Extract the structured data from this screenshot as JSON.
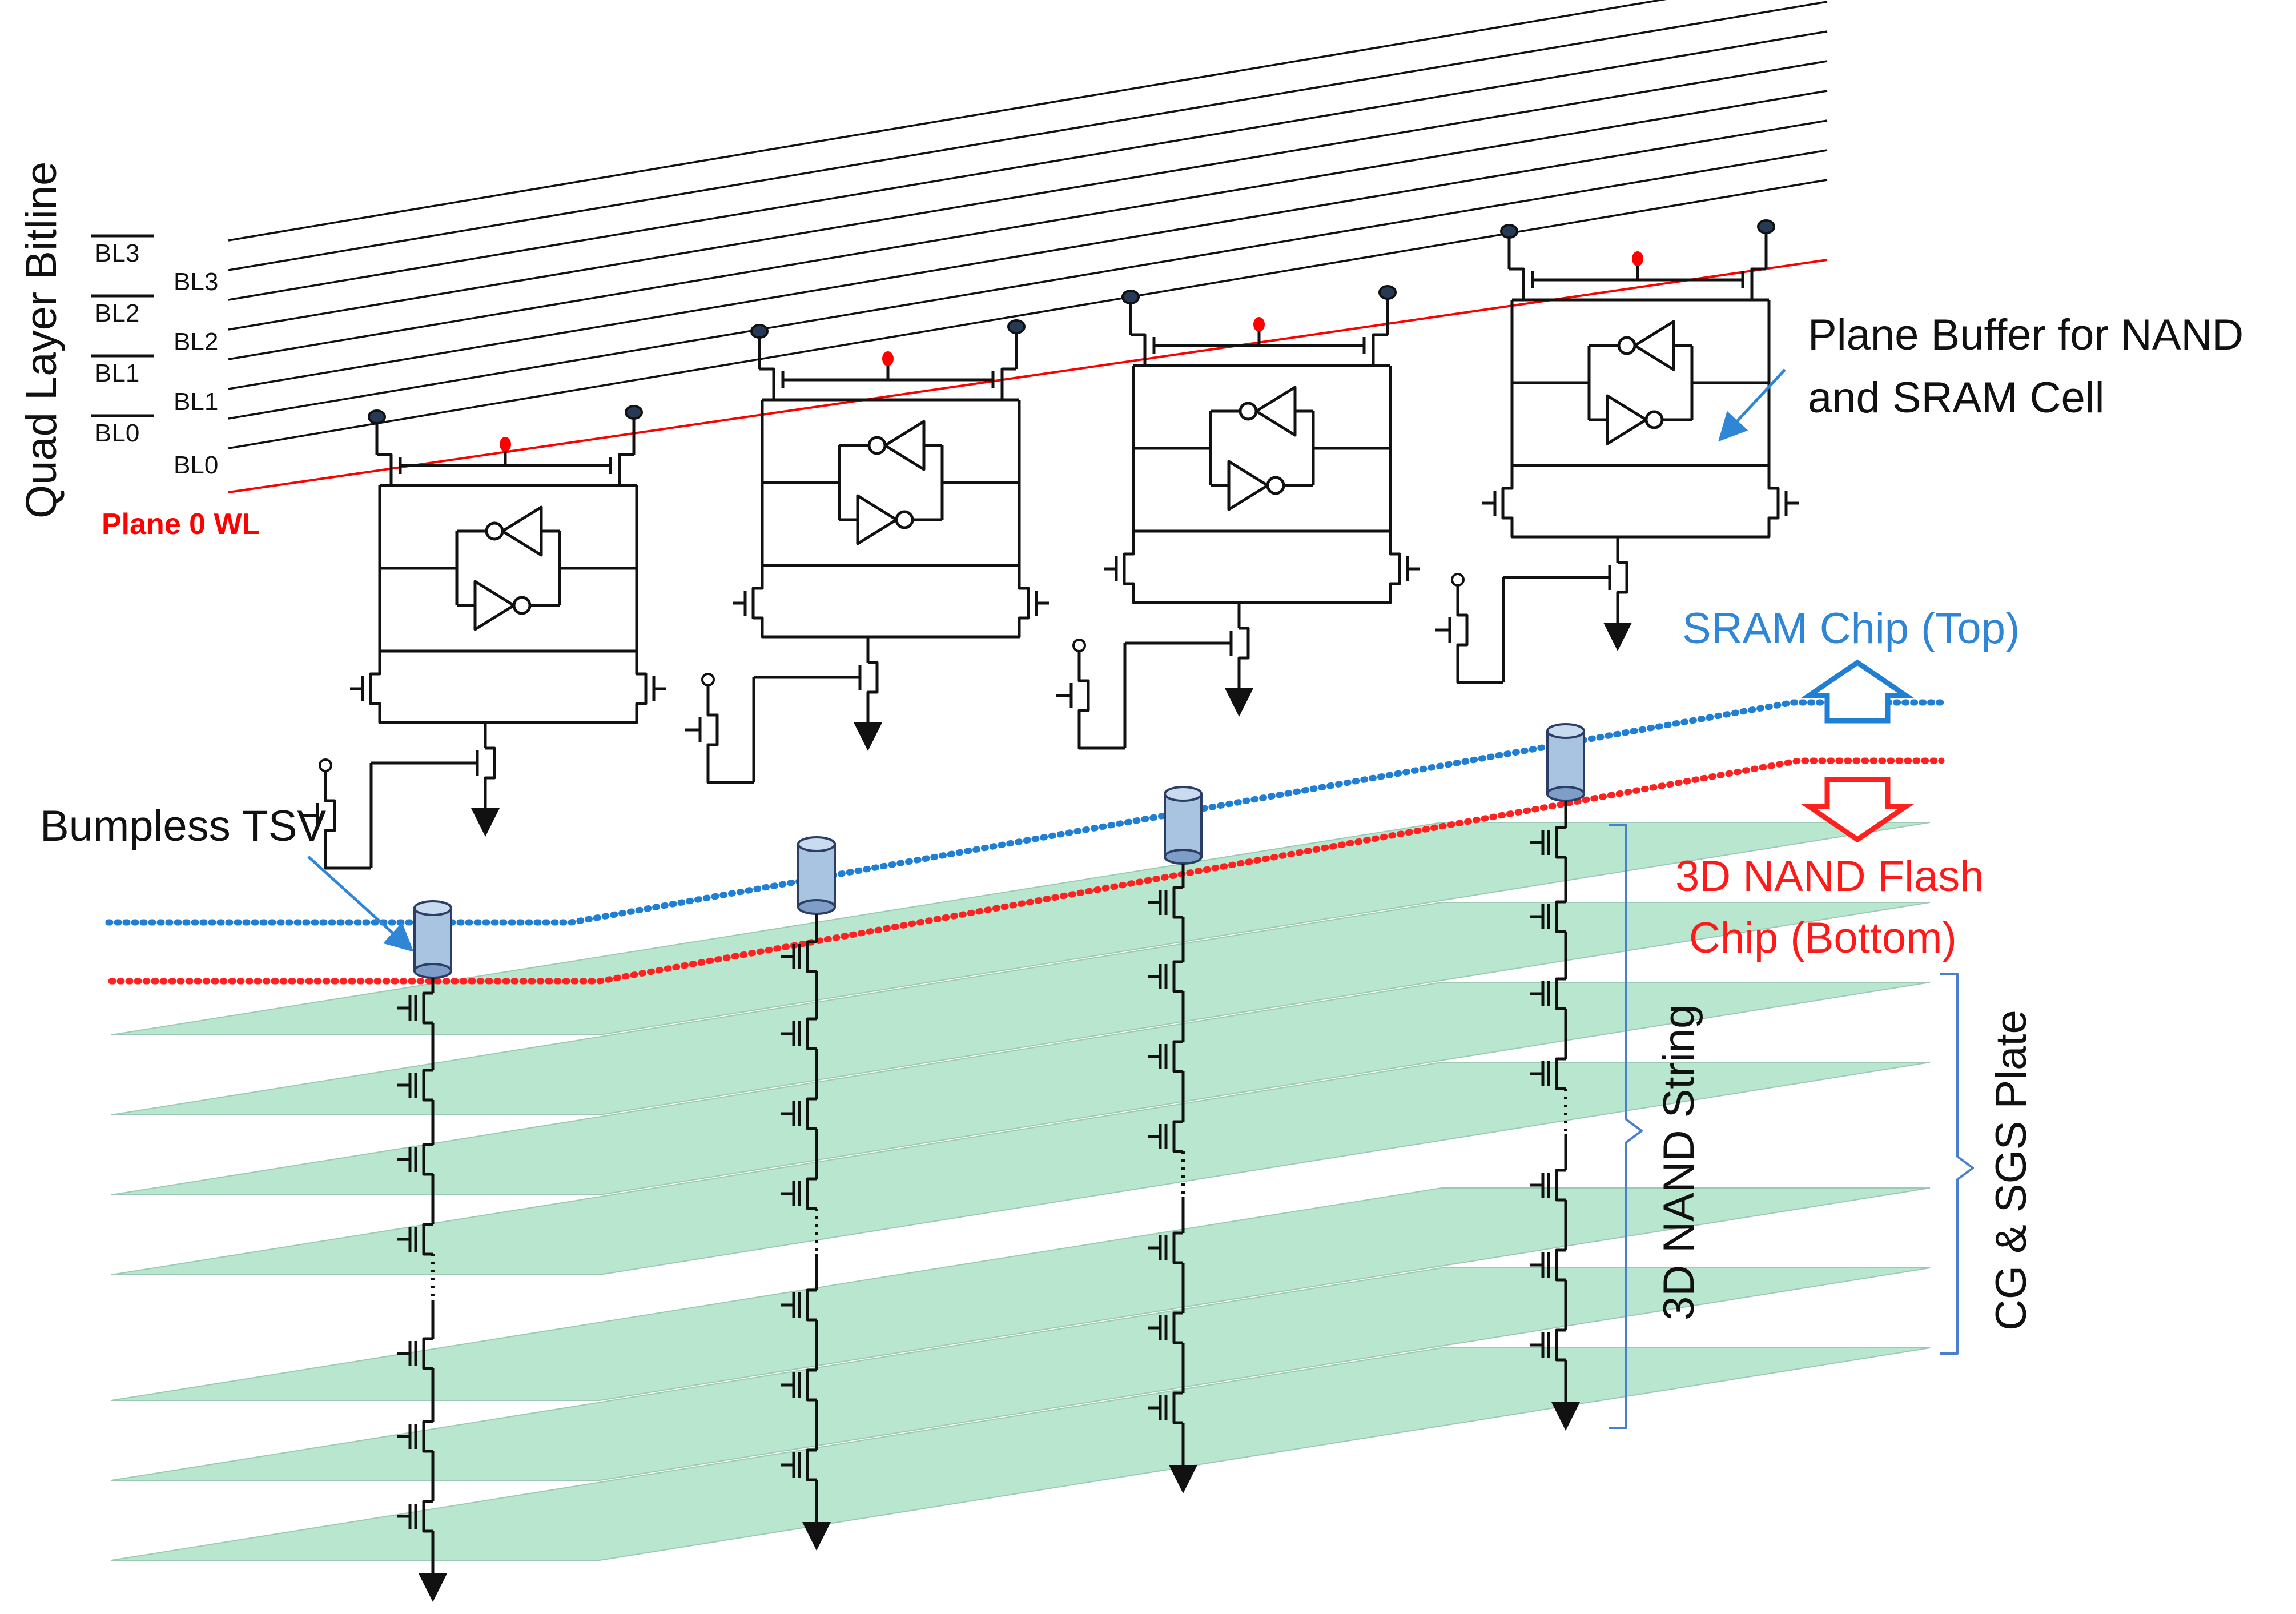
{
  "labels": {
    "axis_title": "Quad Layer Bitline",
    "bl_bars": [
      "BL3",
      "BL2",
      "BL1",
      "BL0"
    ],
    "bl_plain": [
      "BL3",
      "BL2",
      "BL1",
      "BL0"
    ],
    "plane_wl": "Plane 0 WL",
    "plane_buffer_line1": "Plane Buffer for NAND",
    "plane_buffer_line2": "and SRAM Cell",
    "sram_chip": "SRAM Chip (Top)",
    "nand_chip_line1": "3D NAND Flash",
    "nand_chip_line2": "Chip (Bottom)",
    "bumpless_tsv": "Bumpless TSV",
    "nand_string": "3D NAND String",
    "cg_sgs_plate": "CG & SGS Plate"
  },
  "colors": {
    "line": "#111111",
    "word_line": "#ff0000",
    "sram_boundary": "#1f7fd4",
    "nand_boundary": "#ff2020",
    "sram_text": "#2f86d6",
    "nand_text": "#ff1a1a",
    "plate_fill": "#b9e6cf",
    "tsv_fill": "#a9c4e0",
    "bracket": "#4a7fcf"
  }
}
